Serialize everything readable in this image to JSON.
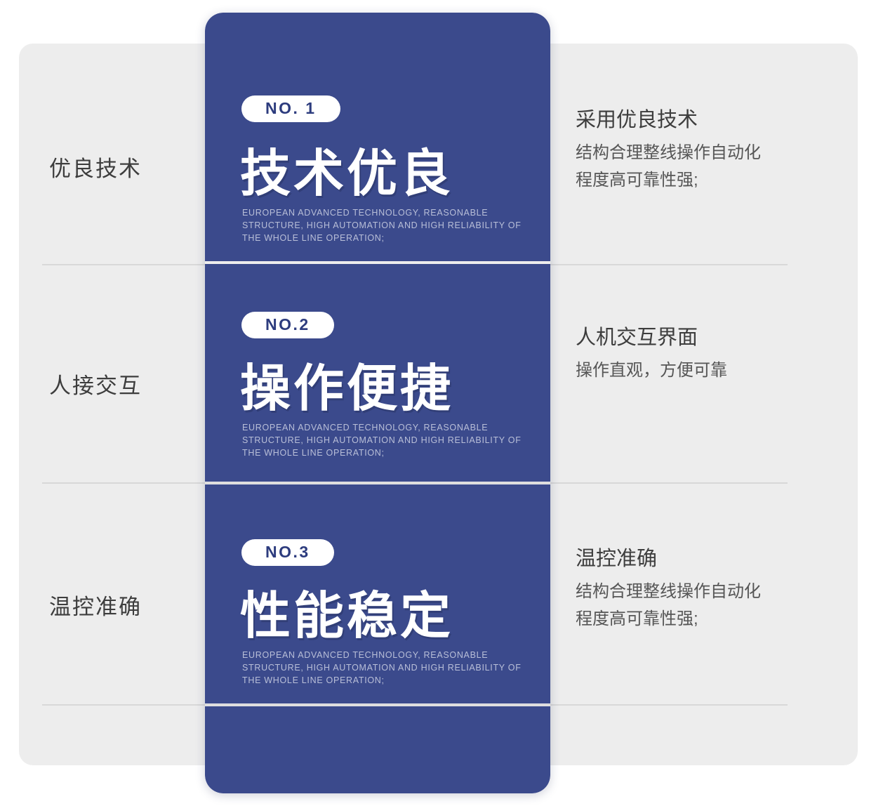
{
  "panel": {
    "background_color": "#ededed",
    "accent_color": "#3b4a8c",
    "divider_color": "#d8d8d8"
  },
  "left_labels": [
    {
      "text": "优良技术"
    },
    {
      "text": "人接交互"
    },
    {
      "text": "温控准确"
    }
  ],
  "cards": [
    {
      "badge": "NO. 1",
      "headline": "技术优良",
      "english": "EUROPEAN ADVANCED TECHNOLOGY, REASONABLE STRUCTURE, HIGH AUTOMATION AND HIGH RELIABILITY OF THE WHOLE LINE OPERATION;"
    },
    {
      "badge": "NO.2",
      "headline": "操作便捷",
      "english": "EUROPEAN ADVANCED TECHNOLOGY, REASONABLE STRUCTURE, HIGH AUTOMATION AND HIGH RELIABILITY OF THE WHOLE LINE OPERATION;"
    },
    {
      "badge": "NO.3",
      "headline": "性能稳定",
      "english": "EUROPEAN ADVANCED TECHNOLOGY, REASONABLE STRUCTURE, HIGH AUTOMATION AND HIGH RELIABILITY OF THE WHOLE LINE OPERATION;"
    }
  ],
  "right_blocks": [
    {
      "heading": "采用优良技术",
      "line1": "结构合理整线操作自动化",
      "line2": "程度高可靠性强;"
    },
    {
      "heading": "人机交互界面",
      "line1": "操作直观，方便可靠",
      "line2": ""
    },
    {
      "heading": "温控准确",
      "line1": "结构合理整线操作自动化",
      "line2": "程度高可靠性强;"
    }
  ]
}
